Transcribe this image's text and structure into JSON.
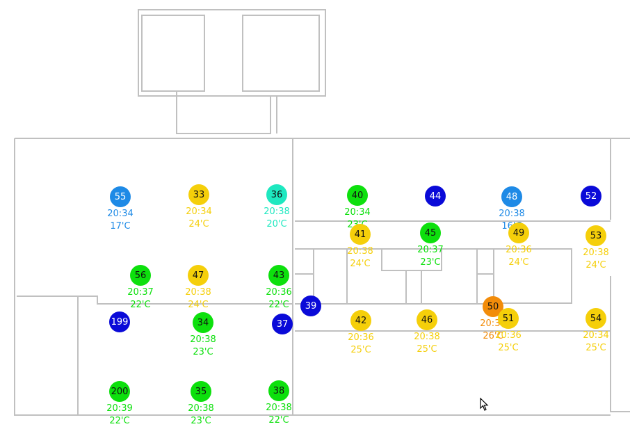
{
  "colors": {
    "wall": "#c0c0c0",
    "blue_dark": "#0a0ad8",
    "blue": "#1e8ae6",
    "green": "#0de00d",
    "cyan": "#1ee8c0",
    "yellow": "#f5cf0a",
    "orange": "#f28c0a"
  },
  "sensors": [
    {
      "id": "55",
      "time": "20:34",
      "temp": "17'C",
      "color": "#1e8ae6",
      "dark": true
    },
    {
      "id": "33",
      "time": "20:34",
      "temp": "24'C",
      "color": "#f5cf0a",
      "dark": false
    },
    {
      "id": "36",
      "time": "20:38",
      "temp": "20'C",
      "color": "#1ee8c0",
      "dark": false
    },
    {
      "id": "40",
      "time": "20:34",
      "temp": "23'C",
      "color": "#0de00d",
      "dark": false
    },
    {
      "id": "44",
      "time": "",
      "temp": "",
      "color": "#0a0ad8",
      "dark": true
    },
    {
      "id": "48",
      "time": "20:38",
      "temp": "16'C",
      "color": "#1e8ae6",
      "dark": true
    },
    {
      "id": "52",
      "time": "",
      "temp": "",
      "color": "#0a0ad8",
      "dark": true
    },
    {
      "id": "41",
      "time": "20:38",
      "temp": "24'C",
      "color": "#f5cf0a",
      "dark": false
    },
    {
      "id": "45",
      "time": "20:37",
      "temp": "23'C",
      "color": "#0de00d",
      "dark": false
    },
    {
      "id": "49",
      "time": "20:36",
      "temp": "24'C",
      "color": "#f5cf0a",
      "dark": false
    },
    {
      "id": "53",
      "time": "20:38",
      "temp": "24'C",
      "color": "#f5cf0a",
      "dark": false
    },
    {
      "id": "56",
      "time": "20:37",
      "temp": "22'C",
      "color": "#0de00d",
      "dark": false
    },
    {
      "id": "47",
      "time": "20:38",
      "temp": "24'C",
      "color": "#f5cf0a",
      "dark": false
    },
    {
      "id": "43",
      "time": "20:36",
      "temp": "22'C",
      "color": "#0de00d",
      "dark": false
    },
    {
      "id": "39",
      "time": "",
      "temp": "",
      "color": "#0a0ad8",
      "dark": true
    },
    {
      "id": "50",
      "time": "20:37",
      "temp": "26'C",
      "color": "#f28c0a",
      "dark": false
    },
    {
      "id": "199",
      "time": "",
      "temp": "",
      "color": "#0a0ad8",
      "dark": true
    },
    {
      "id": "34",
      "time": "20:38",
      "temp": "23'C",
      "color": "#0de00d",
      "dark": false
    },
    {
      "id": "37",
      "time": "",
      "temp": "",
      "color": "#0a0ad8",
      "dark": true
    },
    {
      "id": "42",
      "time": "20:36",
      "temp": "25'C",
      "color": "#f5cf0a",
      "dark": false
    },
    {
      "id": "46",
      "time": "20:38",
      "temp": "25'C",
      "color": "#f5cf0a",
      "dark": false
    },
    {
      "id": "51",
      "time": "20:36",
      "temp": "25'C",
      "color": "#f5cf0a",
      "dark": false
    },
    {
      "id": "54",
      "time": "20:34",
      "temp": "25'C",
      "color": "#f5cf0a",
      "dark": false
    },
    {
      "id": "200",
      "time": "20:39",
      "temp": "22'C",
      "color": "#0de00d",
      "dark": false
    },
    {
      "id": "35",
      "time": "20:38",
      "temp": "23'C",
      "color": "#0de00d",
      "dark": false
    },
    {
      "id": "38",
      "time": "20:38",
      "temp": "22'C",
      "color": "#0de00d",
      "dark": false
    }
  ],
  "cursor_icon": "mouse-pointer-icon"
}
